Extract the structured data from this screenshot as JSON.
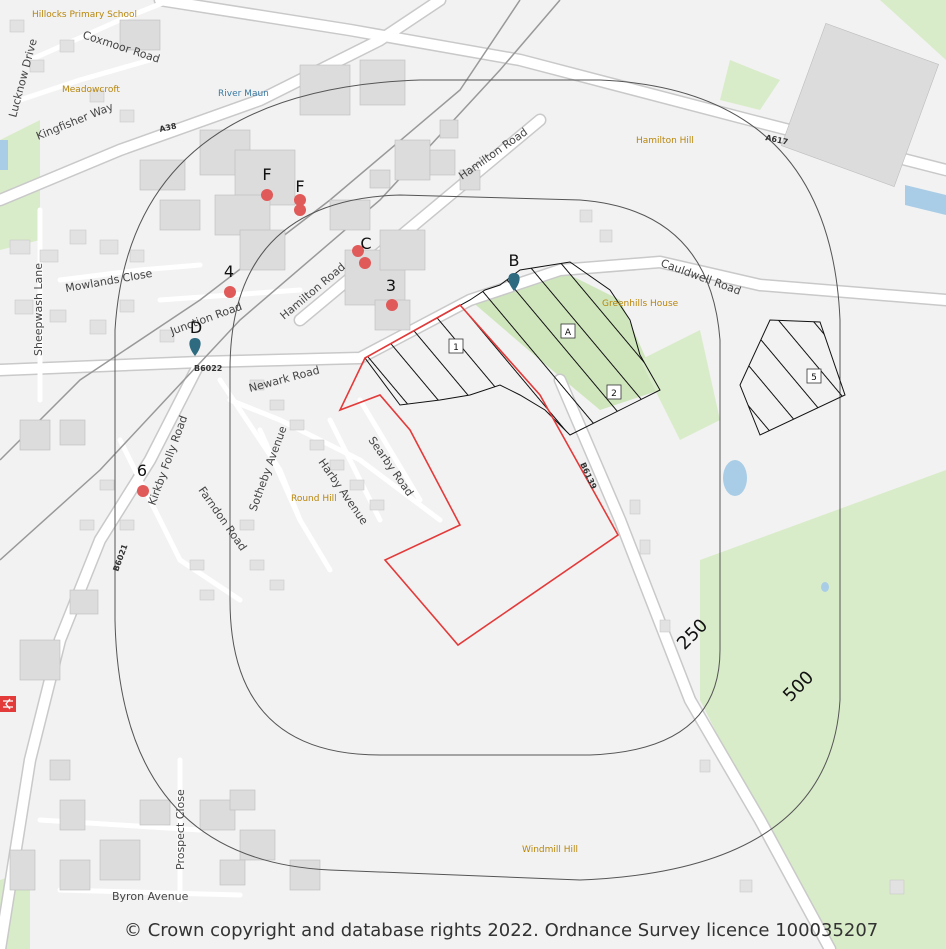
{
  "map": {
    "place_labels": {
      "hillocks_school": "Hillocks Primary School",
      "meadowcroft": "Meadowcroft",
      "hamilton_hill": "Hamilton Hill",
      "greenhills_house": "Greenhills House",
      "round_hill": "Round Hill",
      "windmill_hill": "Windmill Hill"
    },
    "water_labels": {
      "river_maun": "River Maun"
    },
    "road_labels": {
      "coxmoor_road": "Coxmoor Road",
      "lucknow_drive": "Lucknow Drive",
      "kingfisher_way": "Kingfisher Way",
      "a38": "A38",
      "a617": "A617",
      "hamilton_road_ne": "Hamilton Road",
      "hamilton_road_w": "Hamilton Road",
      "cauldwell_road": "Cauldwell Road",
      "mowlands_close": "Mowlands Close",
      "sheepwash_lane": "Sheepwash Lane",
      "junction_road": "Junction Road",
      "b6022": "B6022",
      "newark_road": "Newark Road",
      "sotheby_avenue": "Sotheby Avenue",
      "harby_avenue": "Harby Avenue",
      "searby_road": "Searby Road",
      "kirkby_folly_road": "Kirkby Folly Road",
      "farndon_road": "Farndon Road",
      "b6021": "B6021",
      "b6139": "B6139",
      "prospect_close": "Prospect Close",
      "byron_avenue": "Byron Avenue"
    },
    "markers": [
      {
        "id": "F",
        "label": "F",
        "color": "#e05a5a"
      },
      {
        "id": "F2",
        "label": "F",
        "color": "#e05a5a"
      },
      {
        "id": "C",
        "label": "C",
        "color": "#e05a5a"
      },
      {
        "id": "B",
        "label": "B",
        "color": "#2e6a80"
      },
      {
        "id": "4",
        "label": "4",
        "color": "#e05a5a"
      },
      {
        "id": "3",
        "label": "3",
        "color": "#e05a5a"
      },
      {
        "id": "D",
        "label": "D",
        "color": "#2e6a80"
      },
      {
        "id": "6",
        "label": "6",
        "color": "#e05a5a"
      }
    ],
    "area_labels": {
      "area_1": "1",
      "area_a": "A",
      "area_2": "2",
      "area_5": "5"
    },
    "buffers": {
      "inner": "250",
      "outer": "500"
    },
    "site_boundary_color": "#e33a3a",
    "copyright": "© Crown copyright and database rights 2022. Ordnance Survey licence 100035207"
  }
}
